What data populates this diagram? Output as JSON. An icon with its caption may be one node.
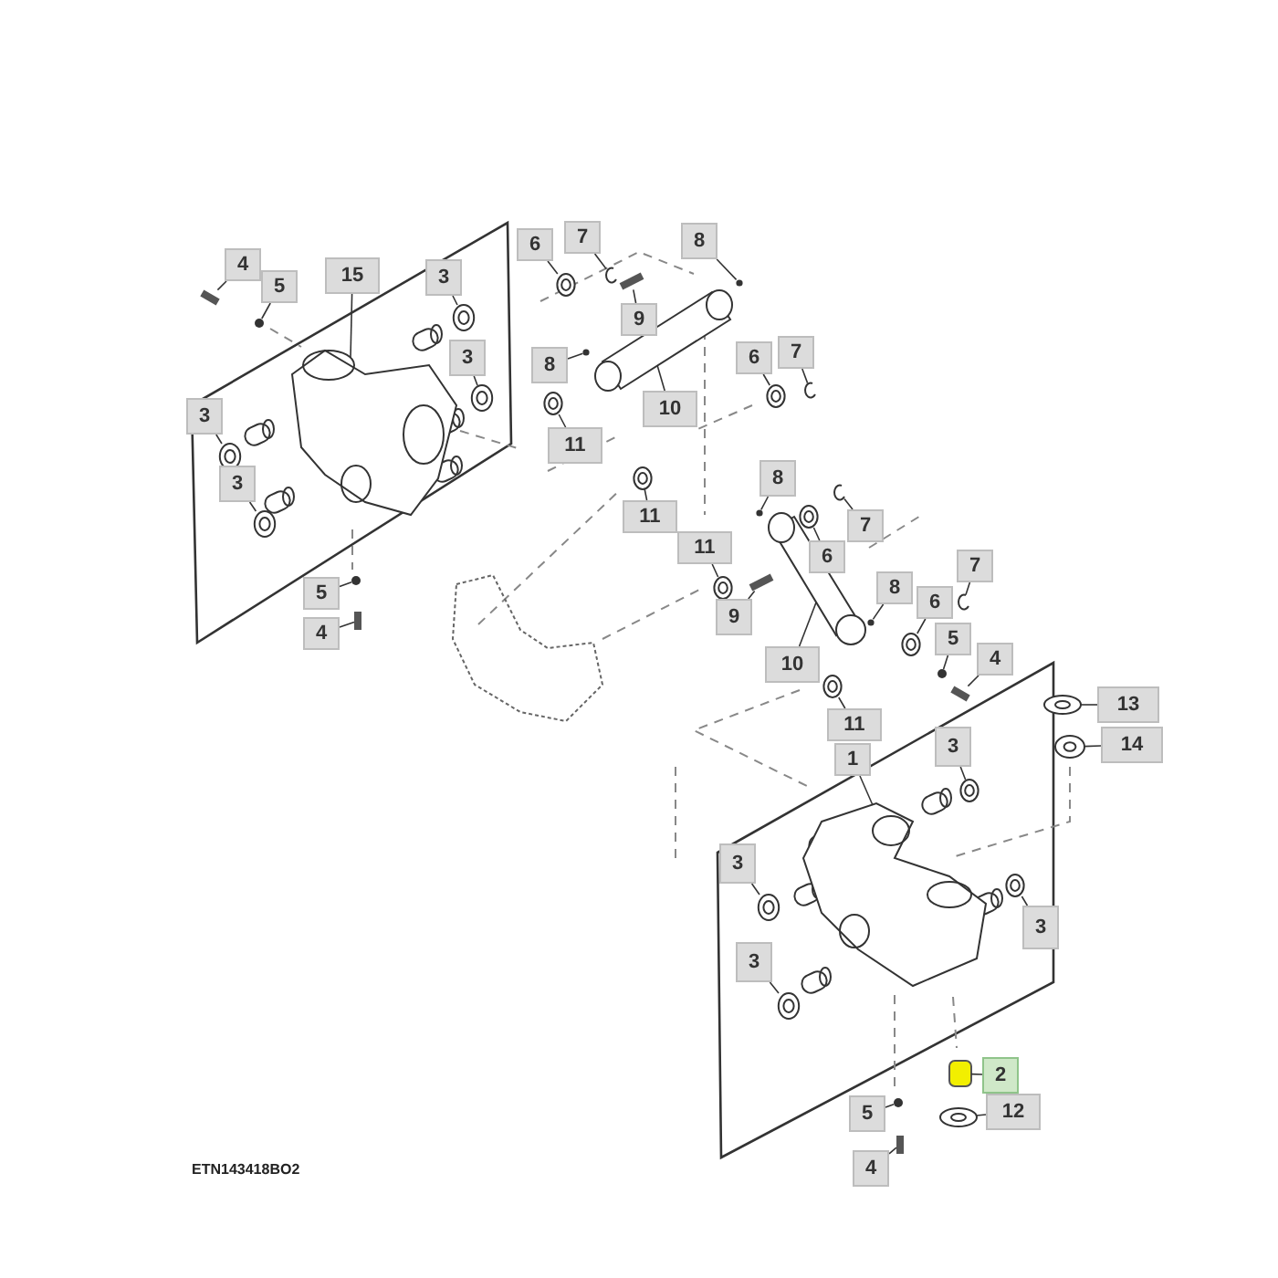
{
  "diagram": {
    "nodes": [
      {
        "text": [
          "4"
        ]
      },
      {
        "text": [
          "5"
        ]
      },
      {
        "text": [
          "15"
        ]
      },
      {
        "text": [
          "3"
        ]
      },
      {
        "text": [
          "3"
        ]
      },
      {
        "text": [
          "3"
        ]
      },
      {
        "text": [
          "3"
        ]
      },
      {
        "text": [
          "5"
        ]
      },
      {
        "text": [
          "4"
        ]
      },
      {
        "text": [
          "7"
        ]
      },
      {
        "text": [
          "6"
        ]
      },
      {
        "text": [
          "8"
        ]
      },
      {
        "text": [
          "9"
        ]
      },
      {
        "text": [
          "8"
        ]
      },
      {
        "text": [
          "10"
        ]
      },
      {
        "text": [
          "6"
        ]
      },
      {
        "text": [
          "7"
        ]
      },
      {
        "text": [
          "11"
        ]
      },
      {
        "text": [
          "8"
        ]
      },
      {
        "text": [
          "11"
        ]
      },
      {
        "text": [
          "7"
        ]
      },
      {
        "text": [
          "11"
        ]
      },
      {
        "text": [
          "6"
        ]
      },
      {
        "text": [
          "9"
        ]
      },
      {
        "text": [
          "8"
        ]
      },
      {
        "text": [
          "6"
        ]
      },
      {
        "text": [
          "7"
        ]
      },
      {
        "text": [
          "10"
        ]
      },
      {
        "text": [
          "5"
        ]
      },
      {
        "text": [
          "4"
        ]
      },
      {
        "text": [
          "13"
        ]
      },
      {
        "text": [
          "11"
        ]
      },
      {
        "text": [
          "14"
        ]
      },
      {
        "text": [
          "1"
        ]
      },
      {
        "text": [
          "3"
        ]
      },
      {
        "text": [
          "3"
        ]
      },
      {
        "text": [
          "3"
        ]
      },
      {
        "text": [
          "3"
        ]
      },
      {
        "text": [
          "2"
        ]
      },
      {
        "text": [
          "12"
        ]
      },
      {
        "text": [
          "5"
        ]
      },
      {
        "text": [
          "4"
        ]
      },
      {
        "text": [],
        "shape": "bar"
      },
      {
        "text": [],
        "shape": "circle"
      },
      {
        "text": [],
        "shape": "picture"
      },
      {
        "text": [],
        "shape": "picture"
      },
      {
        "text": [],
        "shape": "picture"
      },
      {
        "text": [],
        "shape": "picture"
      },
      {
        "text": [],
        "shape": "picture"
      },
      {
        "text": [],
        "shape": "circle"
      },
      {
        "text": [],
        "shape": "bar"
      },
      {
        "text": [],
        "shape": "picture"
      },
      {
        "text": [],
        "shape": "picture"
      },
      {
        "text": [],
        "shape": "circle"
      },
      {
        "text": [],
        "shape": "bar"
      },
      {
        "text": [],
        "shape": "circle"
      },
      {
        "text": [],
        "shape": "picture"
      },
      {
        "text": [],
        "shape": "picture"
      },
      {
        "text": [],
        "shape": "picture"
      },
      {
        "text": [],
        "shape": "picture"
      },
      {
        "text": [],
        "shape": "circle"
      },
      {
        "text": [],
        "shape": "picture"
      },
      {
        "text": [],
        "shape": "picture"
      },
      {
        "text": [],
        "shape": "picture"
      },
      {
        "text": [],
        "shape": "picture"
      },
      {
        "text": [],
        "shape": "bar"
      },
      {
        "text": [],
        "shape": "circle"
      },
      {
        "text": [],
        "shape": "picture"
      },
      {
        "text": [],
        "shape": "picture"
      },
      {
        "text": [],
        "shape": "picture"
      },
      {
        "text": [],
        "shape": "circle"
      },
      {
        "text": [],
        "shape": "bar"
      },
      {
        "text": [],
        "shape": "picture"
      },
      {
        "text": [],
        "shape": "picture"
      },
      {
        "text": [],
        "shape": "picture"
      },
      {
        "text": [],
        "shape": "picture"
      },
      {
        "text": [],
        "shape": "picture"
      },
      {
        "text": [],
        "shape": "picture"
      },
      {
        "text": [],
        "shape": "picture"
      },
      {
        "text": [],
        "shape": "picture"
      },
      {
        "text": [],
        "shape": "box"
      },
      {
        "text": [],
        "shape": "picture"
      },
      {
        "text": [],
        "shape": "circle"
      },
      {
        "text": [],
        "shape": "bar"
      }
    ],
    "edges": [
      {
        "from": 0,
        "to": 42,
        "arrow": "none"
      },
      {
        "from": 1,
        "to": 43,
        "arrow": "none"
      },
      {
        "from": 2,
        "to": 44,
        "arrow": "none"
      },
      {
        "from": 3,
        "to": 45,
        "arrow": "none"
      },
      {
        "from": 4,
        "to": 46,
        "arrow": "none"
      },
      {
        "from": 5,
        "to": 47,
        "arrow": "none"
      },
      {
        "from": 6,
        "to": 48,
        "arrow": "none"
      },
      {
        "from": 7,
        "to": 49,
        "arrow": "none"
      },
      {
        "from": 8,
        "to": 50,
        "arrow": "none"
      },
      {
        "from": 9,
        "to": 51,
        "arrow": "none"
      },
      {
        "from": 10,
        "to": 52,
        "arrow": "none"
      },
      {
        "from": 11,
        "to": 53,
        "arrow": "none"
      },
      {
        "from": 12,
        "to": 54,
        "arrow": "none"
      },
      {
        "from": 13,
        "to": 55,
        "arrow": "none"
      },
      {
        "from": 14,
        "to": 56,
        "arrow": "none"
      },
      {
        "from": 15,
        "to": 57,
        "arrow": "none"
      },
      {
        "from": 16,
        "to": 58,
        "arrow": "none"
      },
      {
        "from": 17,
        "to": 59,
        "arrow": "none"
      },
      {
        "from": 18,
        "to": 60,
        "arrow": "none"
      },
      {
        "from": 19,
        "to": 61,
        "arrow": "none"
      },
      {
        "from": 20,
        "to": 62,
        "arrow": "none"
      },
      {
        "from": 21,
        "to": 63,
        "arrow": "none"
      },
      {
        "from": 22,
        "to": 64,
        "arrow": "none"
      },
      {
        "from": 23,
        "to": 65,
        "arrow": "none"
      },
      {
        "from": 24,
        "to": 66,
        "arrow": "none"
      },
      {
        "from": 25,
        "to": 67,
        "arrow": "none"
      },
      {
        "from": 26,
        "to": 68,
        "arrow": "none"
      },
      {
        "from": 27,
        "to": 69,
        "arrow": "none"
      },
      {
        "from": 28,
        "to": 70,
        "arrow": "none"
      },
      {
        "from": 29,
        "to": 71,
        "arrow": "none"
      },
      {
        "from": 30,
        "to": 72,
        "arrow": "none"
      },
      {
        "from": 31,
        "to": 73,
        "arrow": "none"
      },
      {
        "from": 32,
        "to": 74,
        "arrow": "none"
      },
      {
        "from": 33,
        "to": 75,
        "arrow": "none"
      },
      {
        "from": 34,
        "to": 76,
        "arrow": "none"
      },
      {
        "from": 35,
        "to": 77,
        "arrow": "none"
      },
      {
        "from": 36,
        "to": 78,
        "arrow": "none"
      },
      {
        "from": 37,
        "to": 79,
        "arrow": "none"
      },
      {
        "from": 38,
        "to": 80,
        "arrow": "none"
      },
      {
        "from": 39,
        "to": 81,
        "arrow": "none"
      },
      {
        "from": 40,
        "to": 82,
        "arrow": "none"
      },
      {
        "from": 41,
        "to": 83,
        "arrow": "none"
      }
    ],
    "labels": [
      "ETN143418BO2"
    ]
  }
}
